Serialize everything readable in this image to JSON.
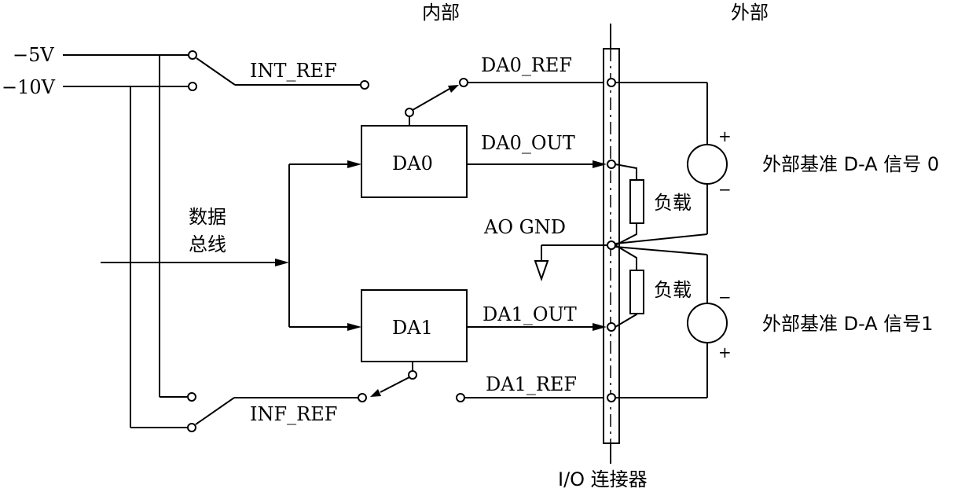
{
  "labels": {
    "inside": "内部",
    "outside": "外部",
    "v_minus5": "−5V",
    "v_minus10": "−10V",
    "int_ref": "INT_REF",
    "inf_ref": "INF_REF",
    "da0_ref": "DA0_REF",
    "da0_out": "DA0_OUT",
    "da1_out": "DA1_OUT",
    "da1_ref": "DA1_REF",
    "ao_gnd": "AO GND",
    "da0": "DA0",
    "da1": "DA1",
    "bus_line1": "数据",
    "bus_line2": "总线",
    "load0": "负载",
    "load1": "负载",
    "ext_sig0": "外部基准 D-A 信号 0",
    "ext_sig1": "外部基准 D-A 信号1",
    "connector": "I/O 连接器",
    "plus": "+",
    "minus": "−"
  }
}
